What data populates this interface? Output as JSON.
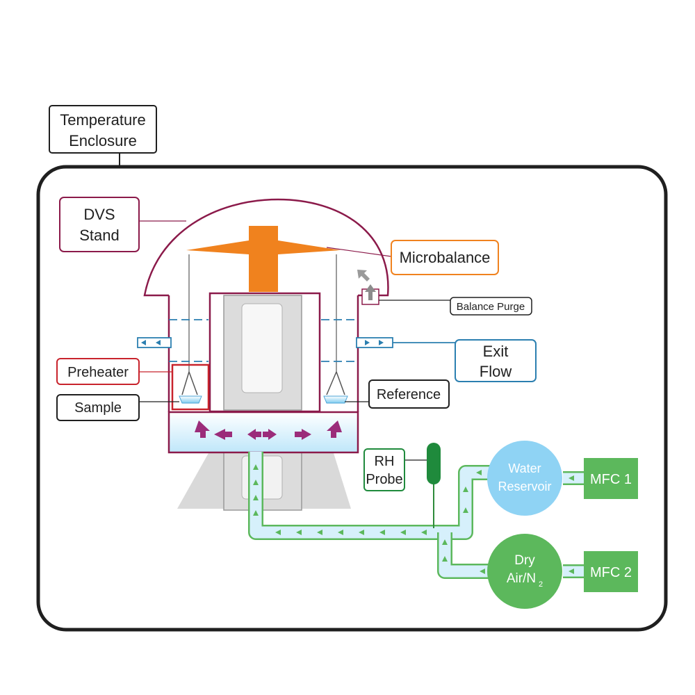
{
  "labels": {
    "temperature_enclosure": [
      "Temperature",
      "Enclosure"
    ],
    "dvs_stand": [
      "DVS",
      "Stand"
    ],
    "microbalance": "Microbalance",
    "balance_purge": "Balance Purge",
    "exit_flow": [
      "Exit",
      "Flow"
    ],
    "preheater": "Preheater",
    "sample": "Sample",
    "reference": "Reference",
    "rh_probe": [
      "RH",
      "Probe"
    ],
    "water_reservoir": [
      "Water",
      "Reservoir"
    ],
    "dry_air": [
      "Dry",
      "Air/N",
      "2"
    ],
    "mfc1": "MFC 1",
    "mfc2": "MFC 2"
  },
  "colors": {
    "outline": "#1f1f1f",
    "stand": "#8b1a4a",
    "microbalance": "#f0821e",
    "exit_flow": "#2b7fb0",
    "preheater": "#c8232c",
    "gas_line": "#5cb85c",
    "mfc_fill": "#5cb85c",
    "water_fill": "#8fd3f4",
    "gas_arrow": "#9b2c7a"
  }
}
